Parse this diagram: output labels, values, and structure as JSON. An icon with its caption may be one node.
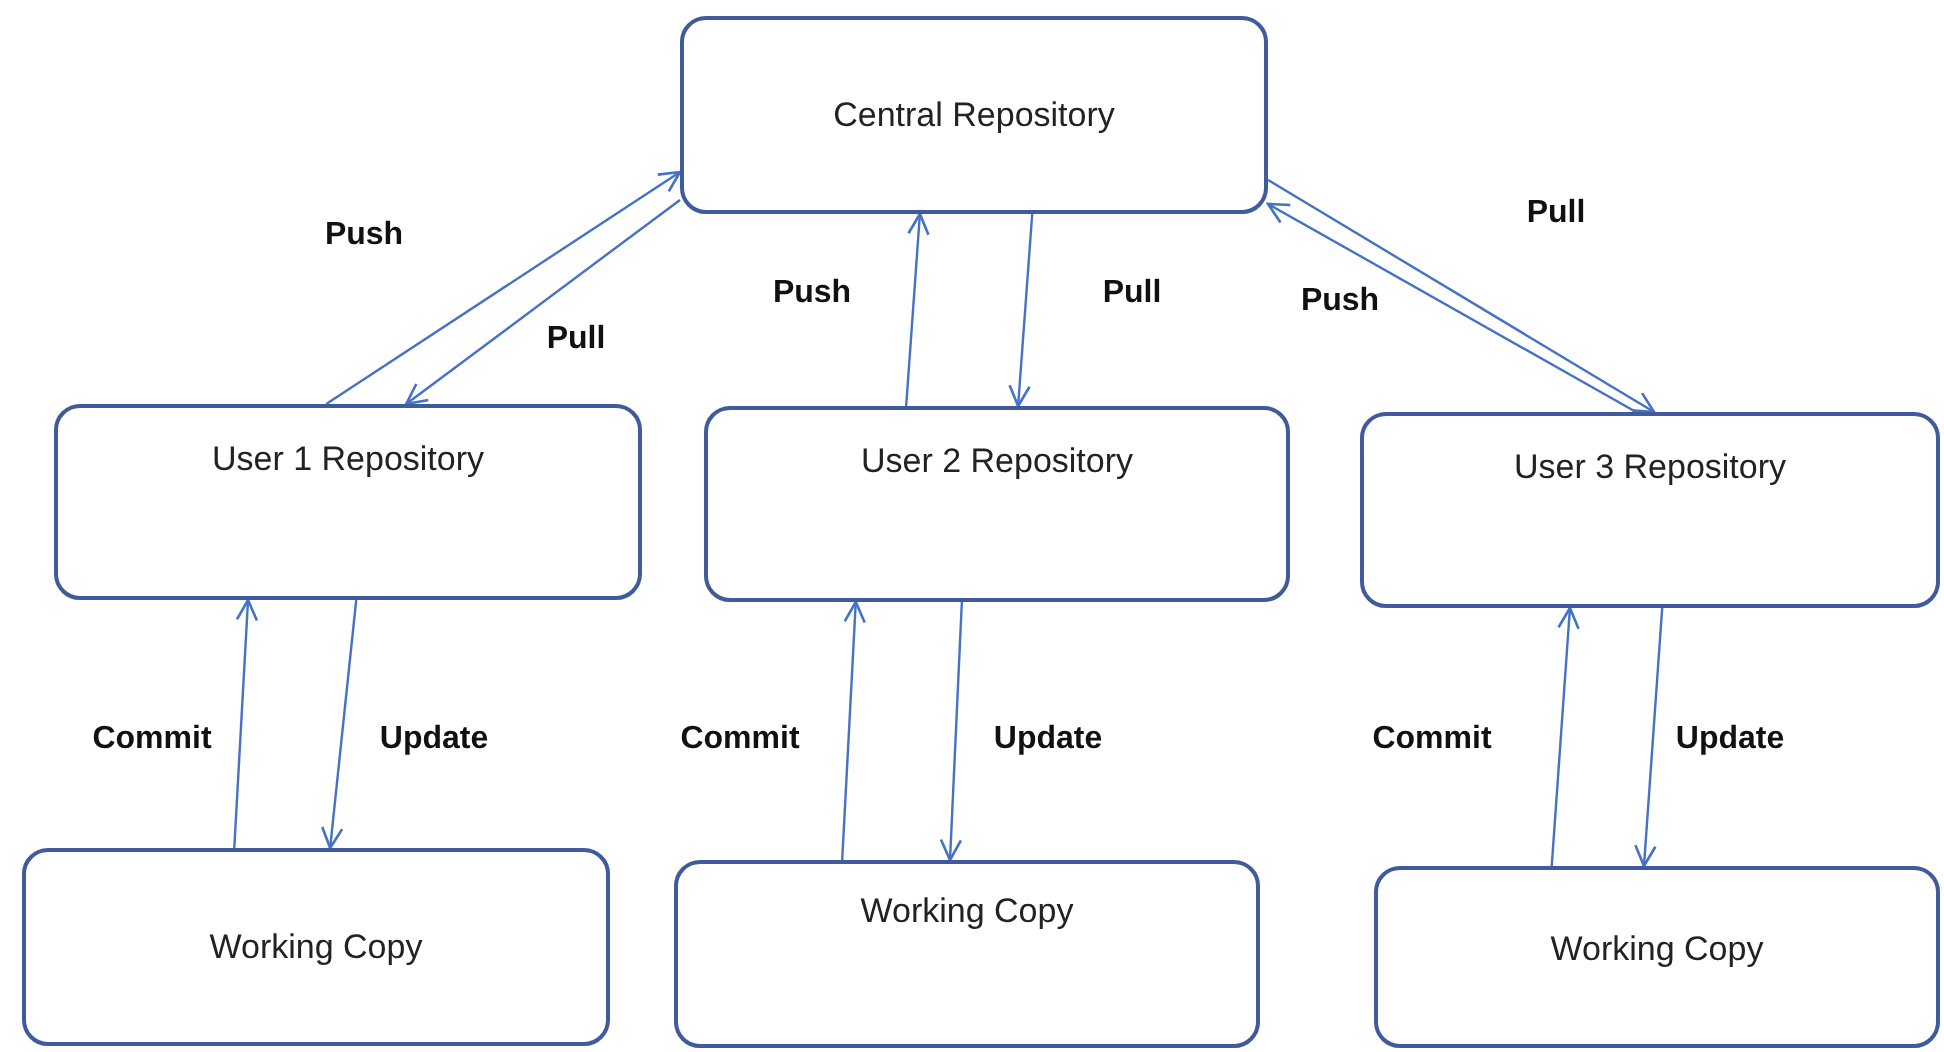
{
  "diagram": {
    "nodes": [
      {
        "text": [
          "Central Repository"
        ]
      },
      {
        "text": [
          "User 1 Repository"
        ]
      },
      {
        "text": [
          "User 2 Repository"
        ]
      },
      {
        "text": [
          "User 3 Repository"
        ]
      },
      {
        "text": [
          "Working Copy"
        ]
      },
      {
        "text": [
          "Working Copy"
        ]
      },
      {
        "text": [
          "Working Copy"
        ]
      }
    ],
    "edges": [
      {
        "from": 1,
        "to": 0,
        "arrow": "to",
        "label": "Push"
      },
      {
        "from": 0,
        "to": 1,
        "arrow": "to",
        "label": "Pull"
      },
      {
        "from": 2,
        "to": 0,
        "arrow": "to",
        "label": "Push"
      },
      {
        "from": 0,
        "to": 2,
        "arrow": "to",
        "label": "Pull"
      },
      {
        "from": 3,
        "to": 0,
        "arrow": "to",
        "label": "Push"
      },
      {
        "from": 0,
        "to": 3,
        "arrow": "to",
        "label": "Pull"
      },
      {
        "from": 4,
        "to": 1,
        "arrow": "to",
        "label": "Commit"
      },
      {
        "from": 1,
        "to": 4,
        "arrow": "to",
        "label": "Update"
      },
      {
        "from": 5,
        "to": 2,
        "arrow": "to",
        "label": "Commit"
      },
      {
        "from": 2,
        "to": 5,
        "arrow": "to",
        "label": "Update"
      },
      {
        "from": 6,
        "to": 3,
        "arrow": "to",
        "label": "Commit"
      },
      {
        "from": 3,
        "to": 6,
        "arrow": "to",
        "label": "Update"
      }
    ]
  }
}
